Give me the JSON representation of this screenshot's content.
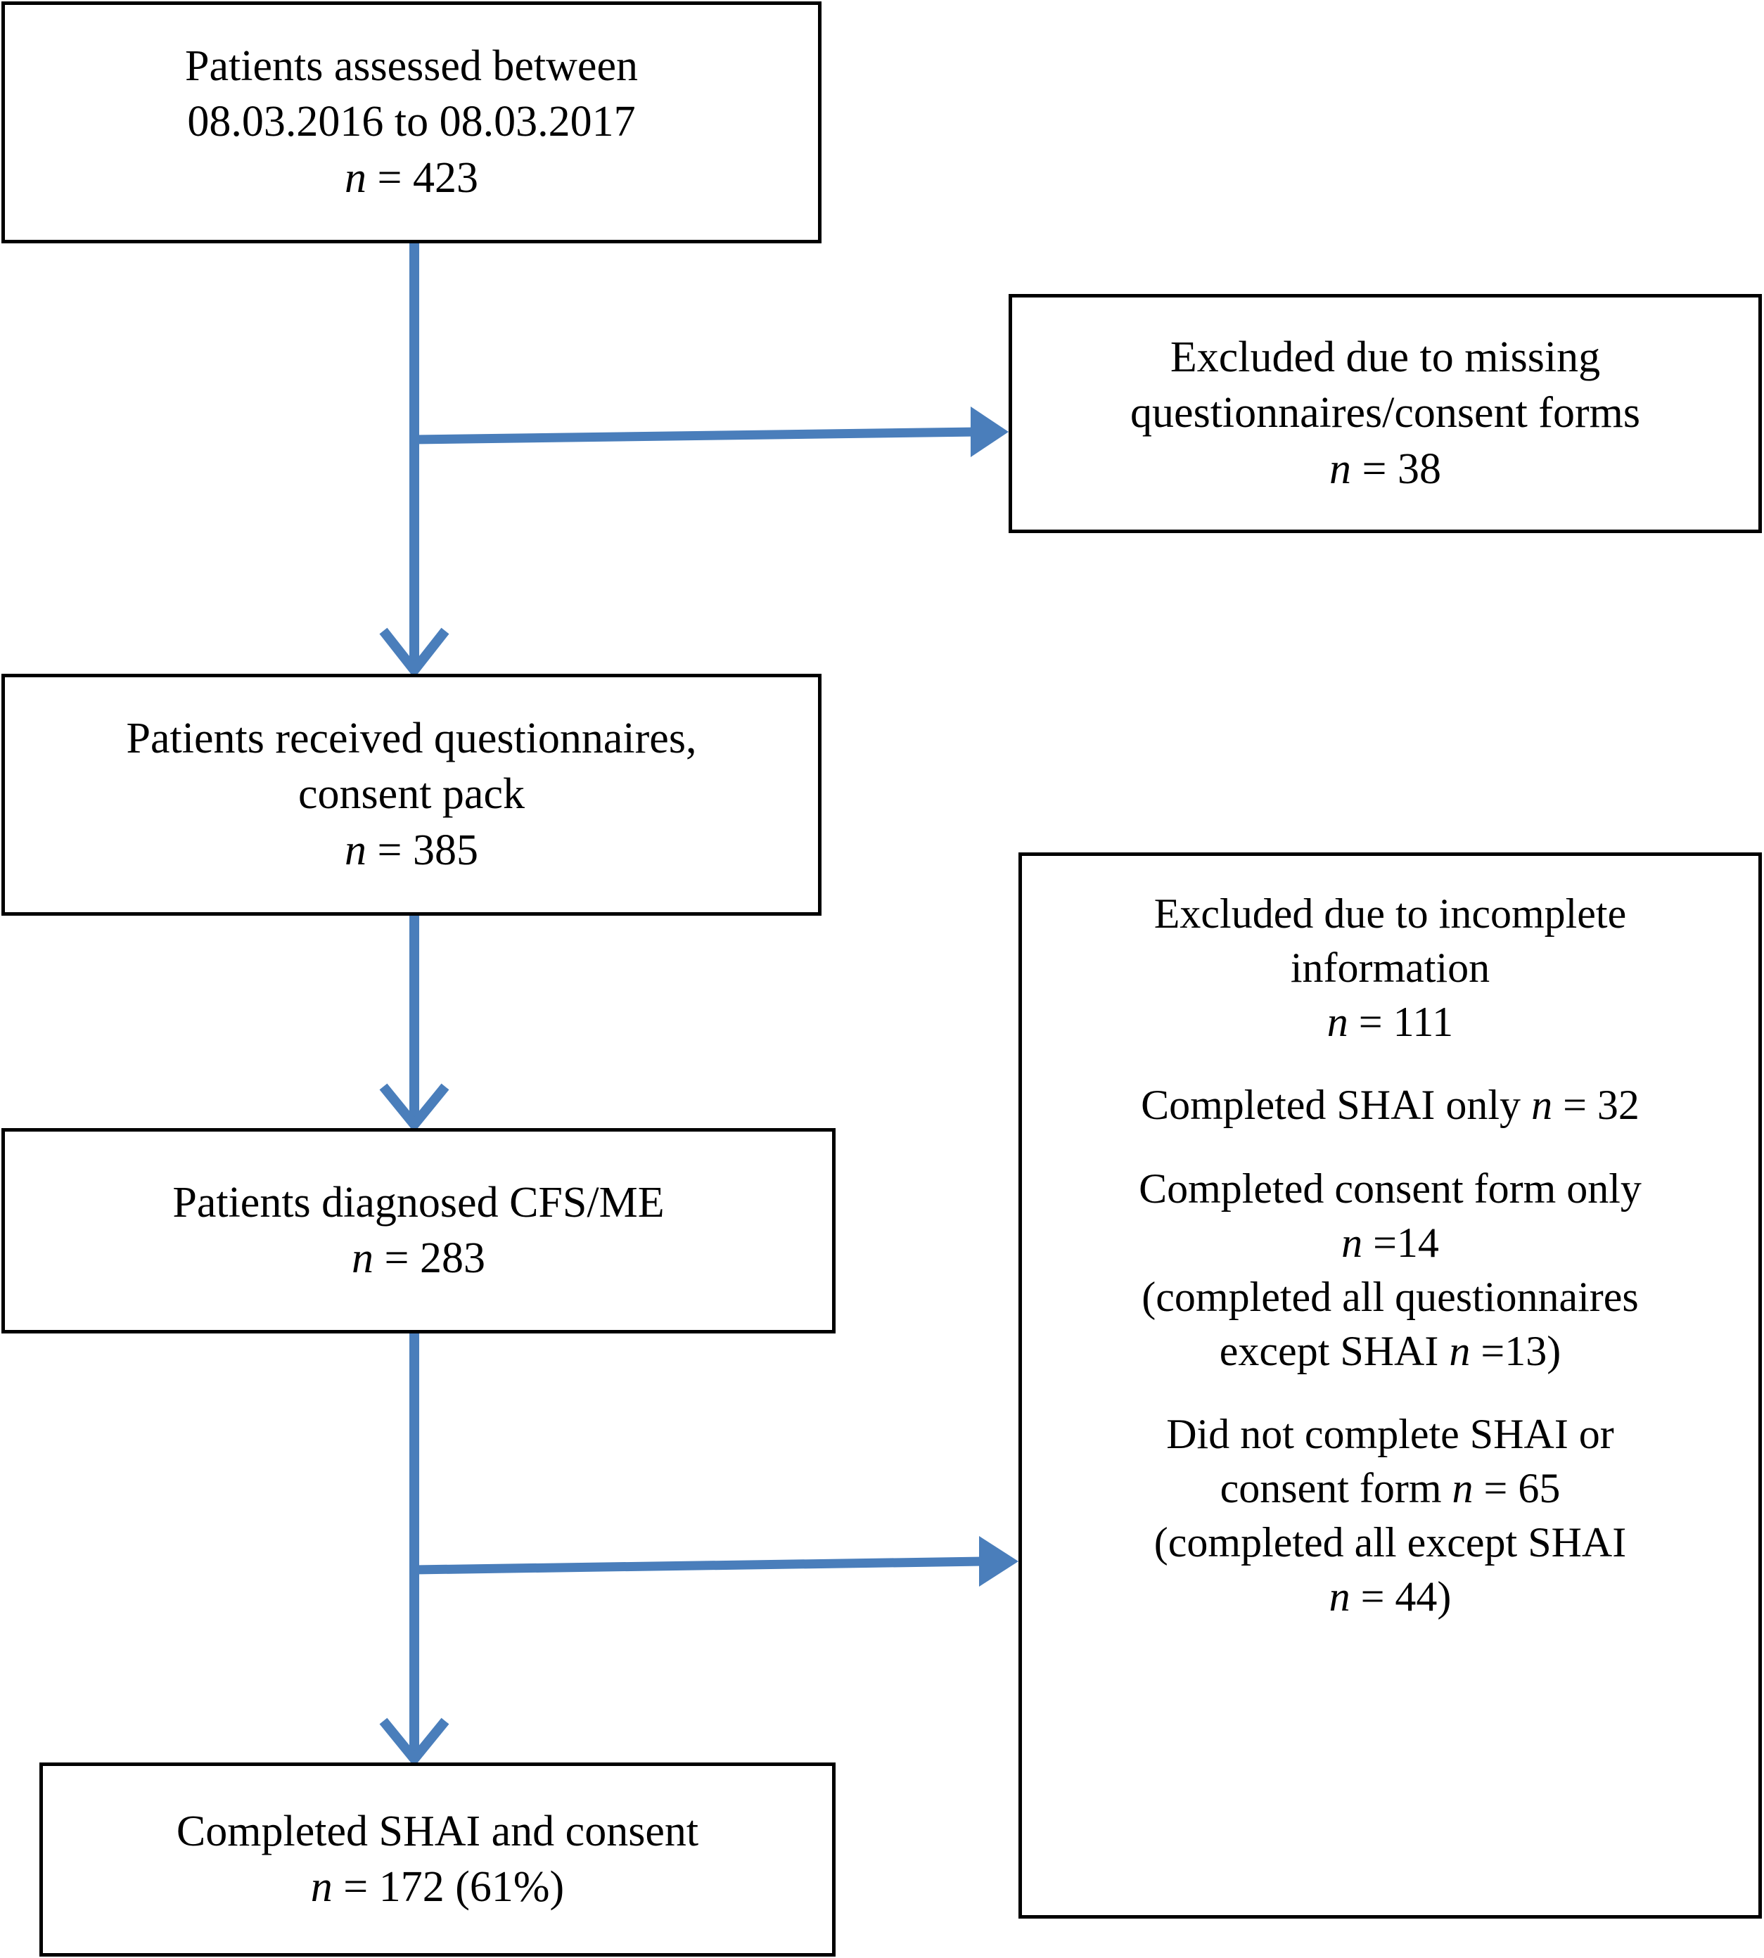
{
  "figure": {
    "type": "participant-flow-diagram",
    "accent_color": "#4a7ebb",
    "box_border_color": "#000000",
    "background_color": "#ffffff"
  },
  "nodes": {
    "assessed": {
      "name": "patients-assessed",
      "line1": "Patients assessed between",
      "line2": "08.03.2016 to 08.03.2017",
      "n_symbol": "n",
      "n_value": " = 423"
    },
    "excluded_missing": {
      "name": "excluded-missing-questionnaires",
      "line1": "Excluded due to missing",
      "line2": "questionnaires/consent forms",
      "n_symbol": "n",
      "n_value": " = 38"
    },
    "received": {
      "name": "patients-received-questionnaires",
      "line1": "Patients received questionnaires,",
      "line2": "consent pack",
      "n_symbol": "n",
      "n_value": " = 385"
    },
    "diagnosed": {
      "name": "patients-diagnosed-cfs-me",
      "line1": "Patients diagnosed CFS/ME",
      "n_symbol": "n",
      "n_value": " = 283"
    },
    "completed": {
      "name": "completed-shai-and-consent",
      "line1": "Completed SHAI and consent",
      "n_symbol": "n",
      "n_value": " = 172 (61%)"
    },
    "excluded_incomplete": {
      "name": "excluded-incomplete-information",
      "heading_line1": "Excluded due to incomplete",
      "heading_line2": "information",
      "heading_n_symbol": "n",
      "heading_n_value": " = 111",
      "item1_text": "Completed SHAI only ",
      "item1_n_symbol": "n",
      "item1_n_value": " = 32",
      "item2_line1": "Completed consent form only",
      "item2_n_symbol": "n",
      "item2_n_value": " =14",
      "item2_paren_line1": "(completed all questionnaires",
      "item2_paren_line2_pre": "except SHAI ",
      "item2_paren_n_symbol": "n",
      "item2_paren_n_value": " =13)",
      "item3_line1": "Did not complete SHAI or",
      "item3_line2_pre": "consent form ",
      "item3_n_symbol": "n",
      "item3_n_value": " = 65",
      "item3_paren_line1": "(completed all except SHAI",
      "item3_paren_n_symbol": "n",
      "item3_paren_n_value": " = 44)"
    }
  },
  "connectors": [
    {
      "name": "assessed-to-received",
      "from": "assessed",
      "to": "received",
      "direction": "down"
    },
    {
      "name": "assessed-to-excluded-missing",
      "from": "assessed",
      "to": "excluded_missing",
      "direction": "right"
    },
    {
      "name": "received-to-diagnosed",
      "from": "received",
      "to": "diagnosed",
      "direction": "down"
    },
    {
      "name": "diagnosed-to-completed",
      "from": "diagnosed",
      "to": "completed",
      "direction": "down"
    },
    {
      "name": "diagnosed-to-excluded-incomplete",
      "from": "diagnosed",
      "to": "excluded_incomplete",
      "direction": "right"
    }
  ]
}
